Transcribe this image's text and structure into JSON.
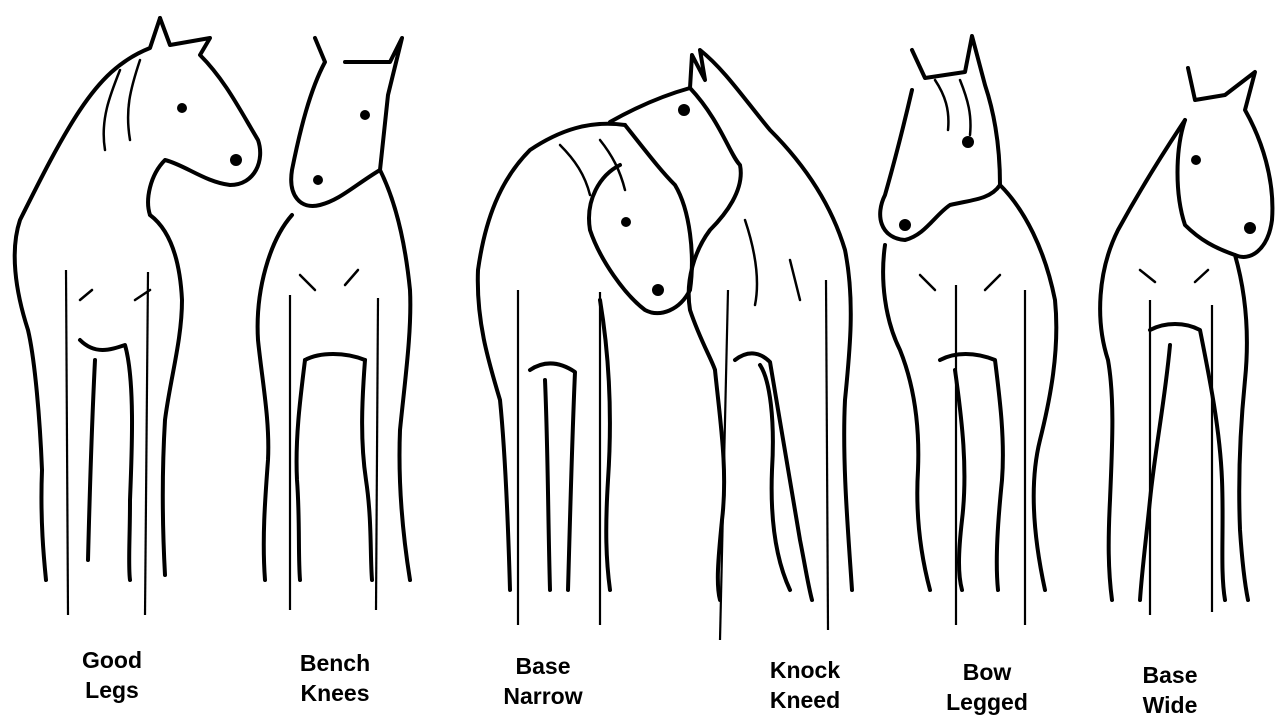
{
  "labels": [
    {
      "line1": "Good",
      "line2": "Legs"
    },
    {
      "line1": "Bench",
      "line2": "Knees"
    },
    {
      "line1": "Base",
      "line2": "Narrow"
    },
    {
      "line1": "Knock",
      "line2": "Kneed"
    },
    {
      "line1": "Bow",
      "line2": "Legged"
    },
    {
      "line1": "Base",
      "line2": "Wide"
    }
  ],
  "colors": {
    "ink": "#000000",
    "paper": "#ffffff"
  }
}
